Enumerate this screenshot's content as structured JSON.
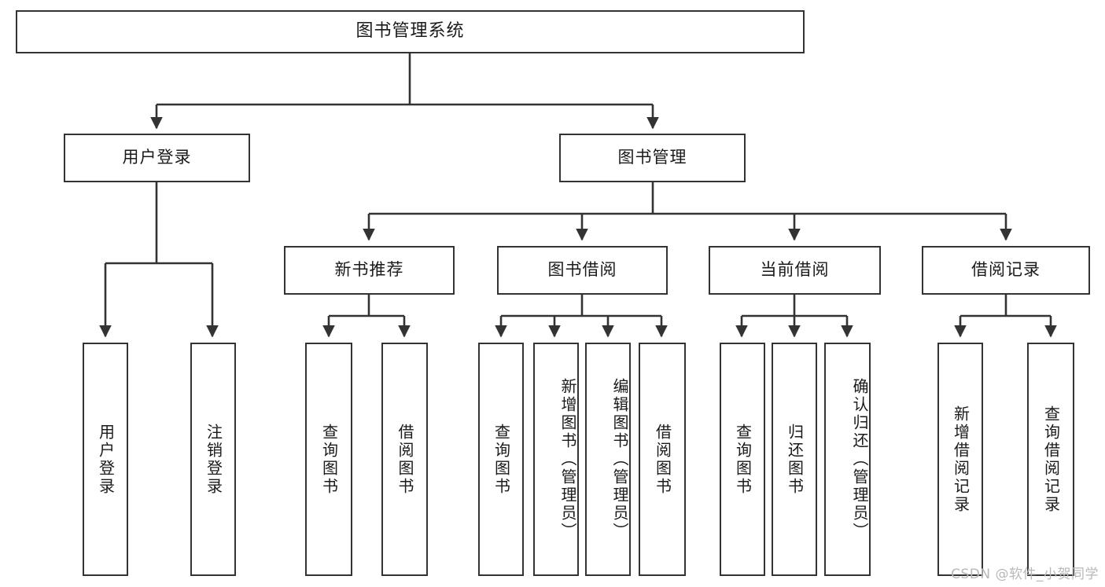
{
  "diagram": {
    "title": "图书管理系统",
    "type": "tree-hierarchy-chart",
    "root": {
      "label": "图书管理系统"
    },
    "level1": [
      {
        "label": "用户登录"
      },
      {
        "label": "图书管理"
      }
    ],
    "level2": [
      {
        "label": "新书推荐"
      },
      {
        "label": "图书借阅"
      },
      {
        "label": "当前借阅"
      },
      {
        "label": "借阅记录"
      }
    ],
    "leaves": {
      "user_login": [
        {
          "label": "用户登录"
        },
        {
          "label": "注销登录"
        }
      ],
      "new_book_recommend": [
        {
          "label": "查询图书"
        },
        {
          "label": "借阅图书"
        }
      ],
      "book_borrow": [
        {
          "label": "查询图书"
        },
        {
          "label": "新增图书（管理员）"
        },
        {
          "label": "编辑图书（管理员）"
        },
        {
          "label": "借阅图书"
        }
      ],
      "current_borrow": [
        {
          "label": "查询图书"
        },
        {
          "label": "归还图书"
        },
        {
          "label": "确认归还（管理员）"
        }
      ],
      "borrow_record": [
        {
          "label": "新增借阅记录"
        },
        {
          "label": "查询借阅记录"
        }
      ]
    },
    "watermark": "CSDN @软件_小贺同学",
    "colors": {
      "stroke": "#333333",
      "fill": "#ffffff",
      "text": "#1a1a1a",
      "watermark": "#b8b8b8"
    }
  }
}
